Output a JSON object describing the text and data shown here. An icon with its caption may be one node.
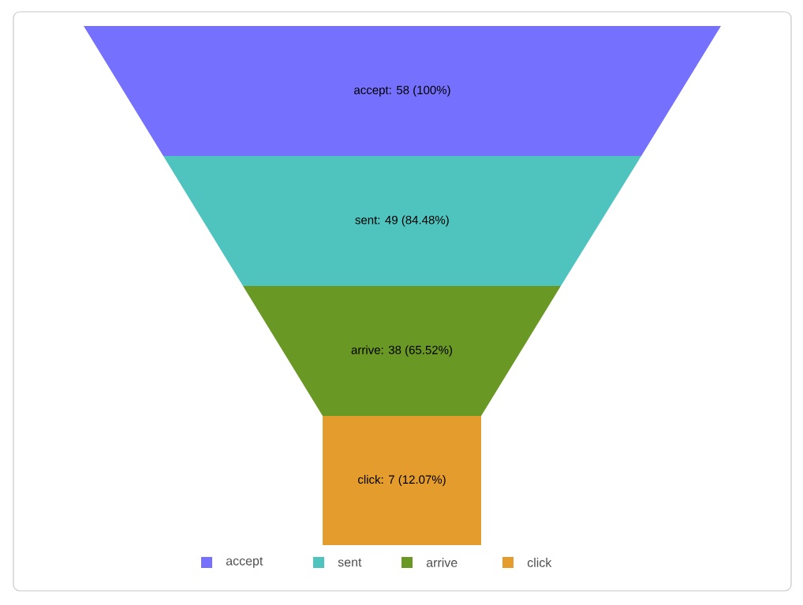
{
  "diagram": {
    "nodes": [
      {
        "text": [
          "accept: 58 (100%)"
        ]
      },
      {
        "text": [
          "sent: 49 (84.48%)"
        ]
      },
      {
        "text": [
          "arrive: 38 (65.52%)"
        ]
      },
      {
        "text": [
          "click: 7 (12.07%)"
        ]
      }
    ],
    "legend": [
      {
        "text": "accept",
        "color": "#7571fe"
      },
      {
        "text": "sent",
        "color": "#4fc4bf"
      },
      {
        "text": "arrive",
        "color": "#6a9824"
      },
      {
        "text": "click",
        "color": "#e49d2c"
      }
    ]
  }
}
